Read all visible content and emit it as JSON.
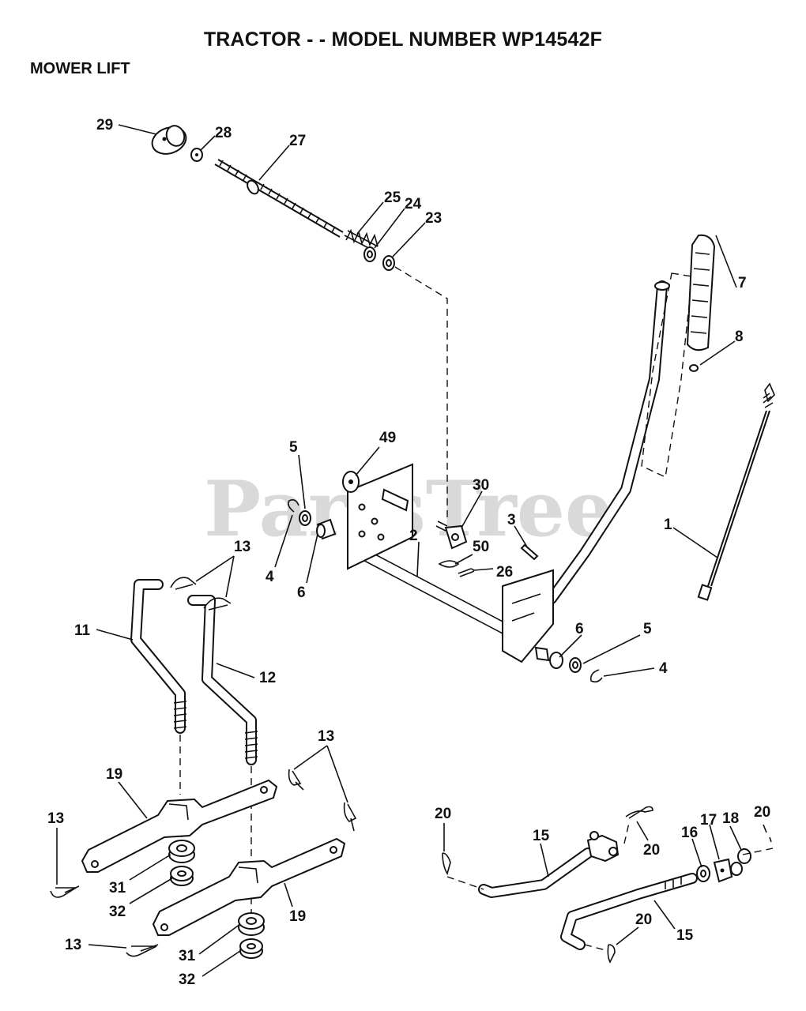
{
  "title": "TRACTOR - - MODEL NUMBER WP14542F",
  "section": "MOWER LIFT",
  "watermark": "PartsTree",
  "callouts": {
    "c29": "29",
    "c28": "28",
    "c27": "27",
    "c25": "25",
    "c24": "24",
    "c23": "23",
    "c7": "7",
    "c8": "8",
    "c1": "1",
    "c5a": "5",
    "c49": "49",
    "c30": "30",
    "c3": "3",
    "c50": "50",
    "c26": "26",
    "c4a": "4",
    "c6a": "6",
    "c2": "2",
    "c13a": "13",
    "c11": "11",
    "c12": "12",
    "c6b": "6",
    "c5b": "5",
    "c4b": "4",
    "c13b": "13",
    "c19a": "19",
    "c13c": "13",
    "c31a": "31",
    "c32a": "32",
    "c19b": "19",
    "c13d": "13",
    "c31b": "31",
    "c32b": "32",
    "c20a": "20",
    "c15a": "15",
    "c20b": "20",
    "c16": "16",
    "c17": "17",
    "c18": "18",
    "c20c": "20",
    "c15b": "15",
    "c20d": "20"
  }
}
